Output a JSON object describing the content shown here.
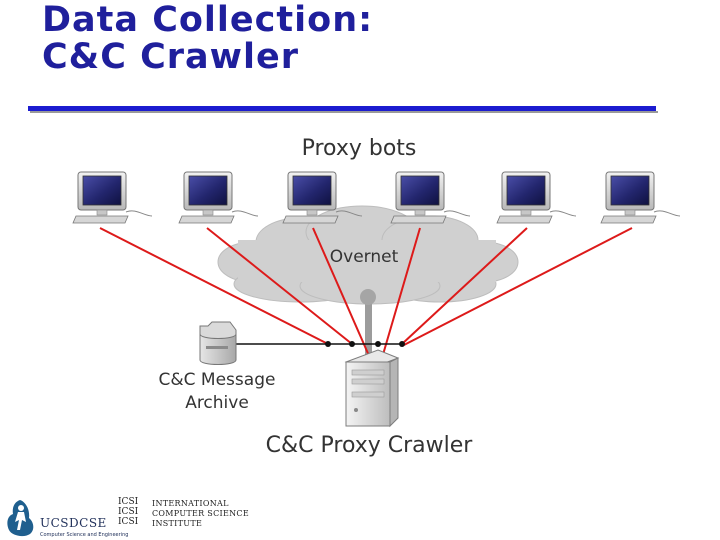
{
  "slide": {
    "title_line1": "Data Collection:",
    "title_line2": "C&C Crawler"
  },
  "diagram": {
    "heading": "Proxy bots",
    "network_label": "Overnet",
    "archive_label_line1": "C&C Message",
    "archive_label_line2": "Archive",
    "crawler_label": "C&C Proxy Crawler",
    "proxy_bot_count": 6,
    "colors": {
      "bot_link": "#dd1a1a",
      "archive_link": "#000000",
      "cloud": "#d0d0d0",
      "title": "#1f1f9c",
      "title_rule": "#1c1cd0"
    },
    "icons": [
      "computer-icon",
      "cloud-icon",
      "database-icon",
      "server-icon",
      "antenna-icon"
    ]
  },
  "footer": {
    "ucsd_logo_text": "UCSDCSE",
    "ucsd_logo_subtext": "Computer Science and Engineering",
    "icsi_logo_mark": [
      "ICSI",
      "ICSI",
      "ICSI"
    ],
    "icsi_name_lines": [
      "International",
      "Computer Science",
      "Institute"
    ]
  }
}
